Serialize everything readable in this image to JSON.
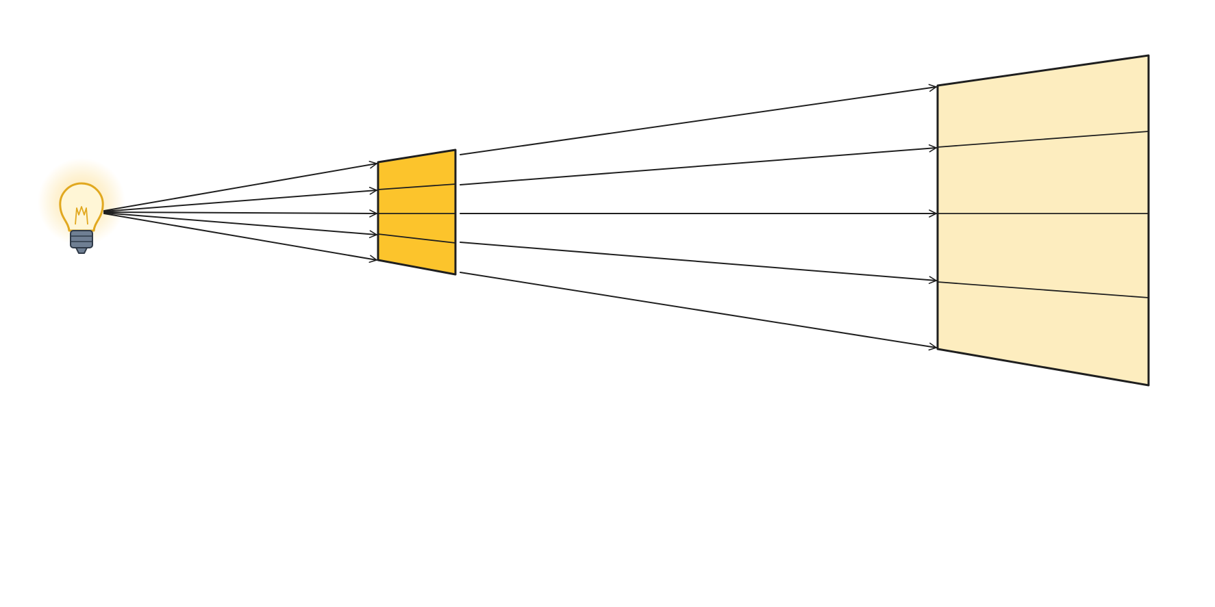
{
  "colors": {
    "background": "#ffffff",
    "stroke": "#1f1f1f",
    "near_panel_fill": "#fcc42c",
    "far_panel_fill": "#fdedbf",
    "bulb_glow": "#fde3a0",
    "bulb_glass": "#fff6d6",
    "bulb_outline": "#e1a81f",
    "bulb_base": "#6f7f93",
    "bulb_base_outline": "#2f3a48"
  },
  "icons": {
    "light_source": "light-bulb-icon"
  },
  "panels": {
    "near": {
      "sections": 4,
      "fill": "near_panel_fill"
    },
    "far": {
      "sections": 4,
      "fill": "far_panel_fill"
    }
  },
  "rays": {
    "source_to_near": 5,
    "near_to_far": 5
  }
}
